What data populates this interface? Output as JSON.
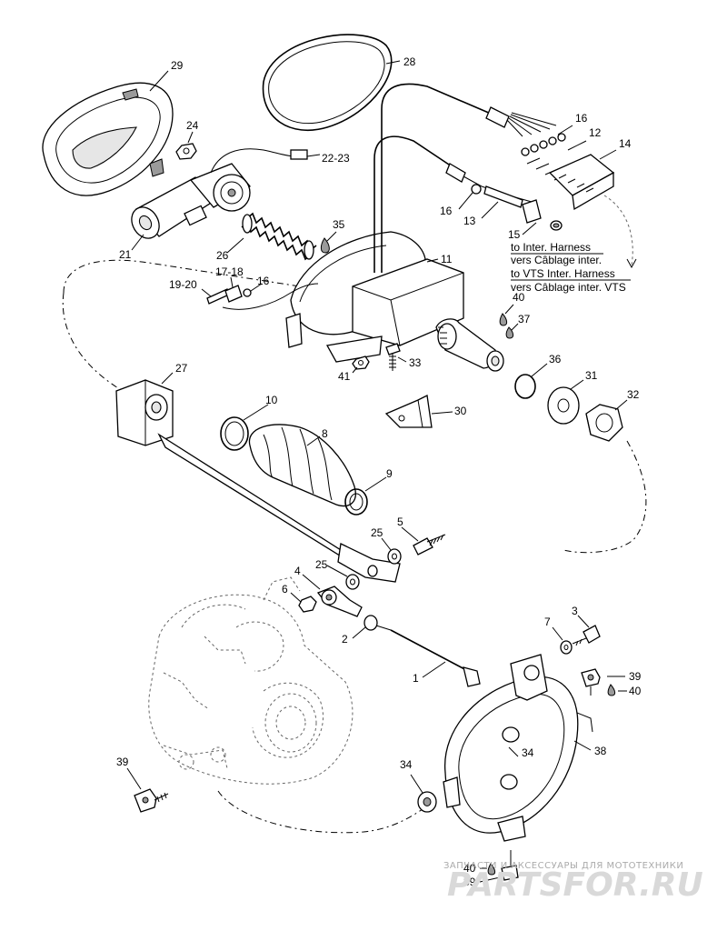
{
  "callouts": {
    "c1": "1",
    "c2": "2",
    "c3": "3",
    "c4": "4",
    "c5": "5",
    "c6": "6",
    "c7": "7",
    "c8": "8",
    "c9": "9",
    "c10": "10",
    "c11": "11",
    "c12": "12",
    "c13": "13",
    "c14": "14",
    "c15": "15",
    "c16a": "16",
    "c16b": "16",
    "c16c": "16",
    "c17_18": "17-18",
    "c19_20": "19-20",
    "c21": "21",
    "c22_23": "22-23",
    "c24": "24",
    "c25a": "25",
    "c25b": "25",
    "c26": "26",
    "c27": "27",
    "c28": "28",
    "c29": "29",
    "c30": "30",
    "c31": "31",
    "c32": "32",
    "c33": "33",
    "c34a": "34",
    "c34b": "34",
    "c35": "35",
    "c36": "36",
    "c37": "37",
    "c38": "38",
    "c39a": "39",
    "c39b": "39",
    "c39c": "39",
    "c40a": "40",
    "c40b": "40",
    "c40c": "40",
    "c41": "41"
  },
  "notes": {
    "line1": "to Inter. Harness",
    "line2": "vers Câblage inter.",
    "line3": "to VTS Inter. Harness",
    "line4": "vers Câblage inter. VTS"
  },
  "watermark": {
    "top": "ЗАПЧАСТИ И АКСЕССУАРЫ ДЛЯ МОТОТЕХНИКИ",
    "brand": "PARTSFOR.RU"
  }
}
